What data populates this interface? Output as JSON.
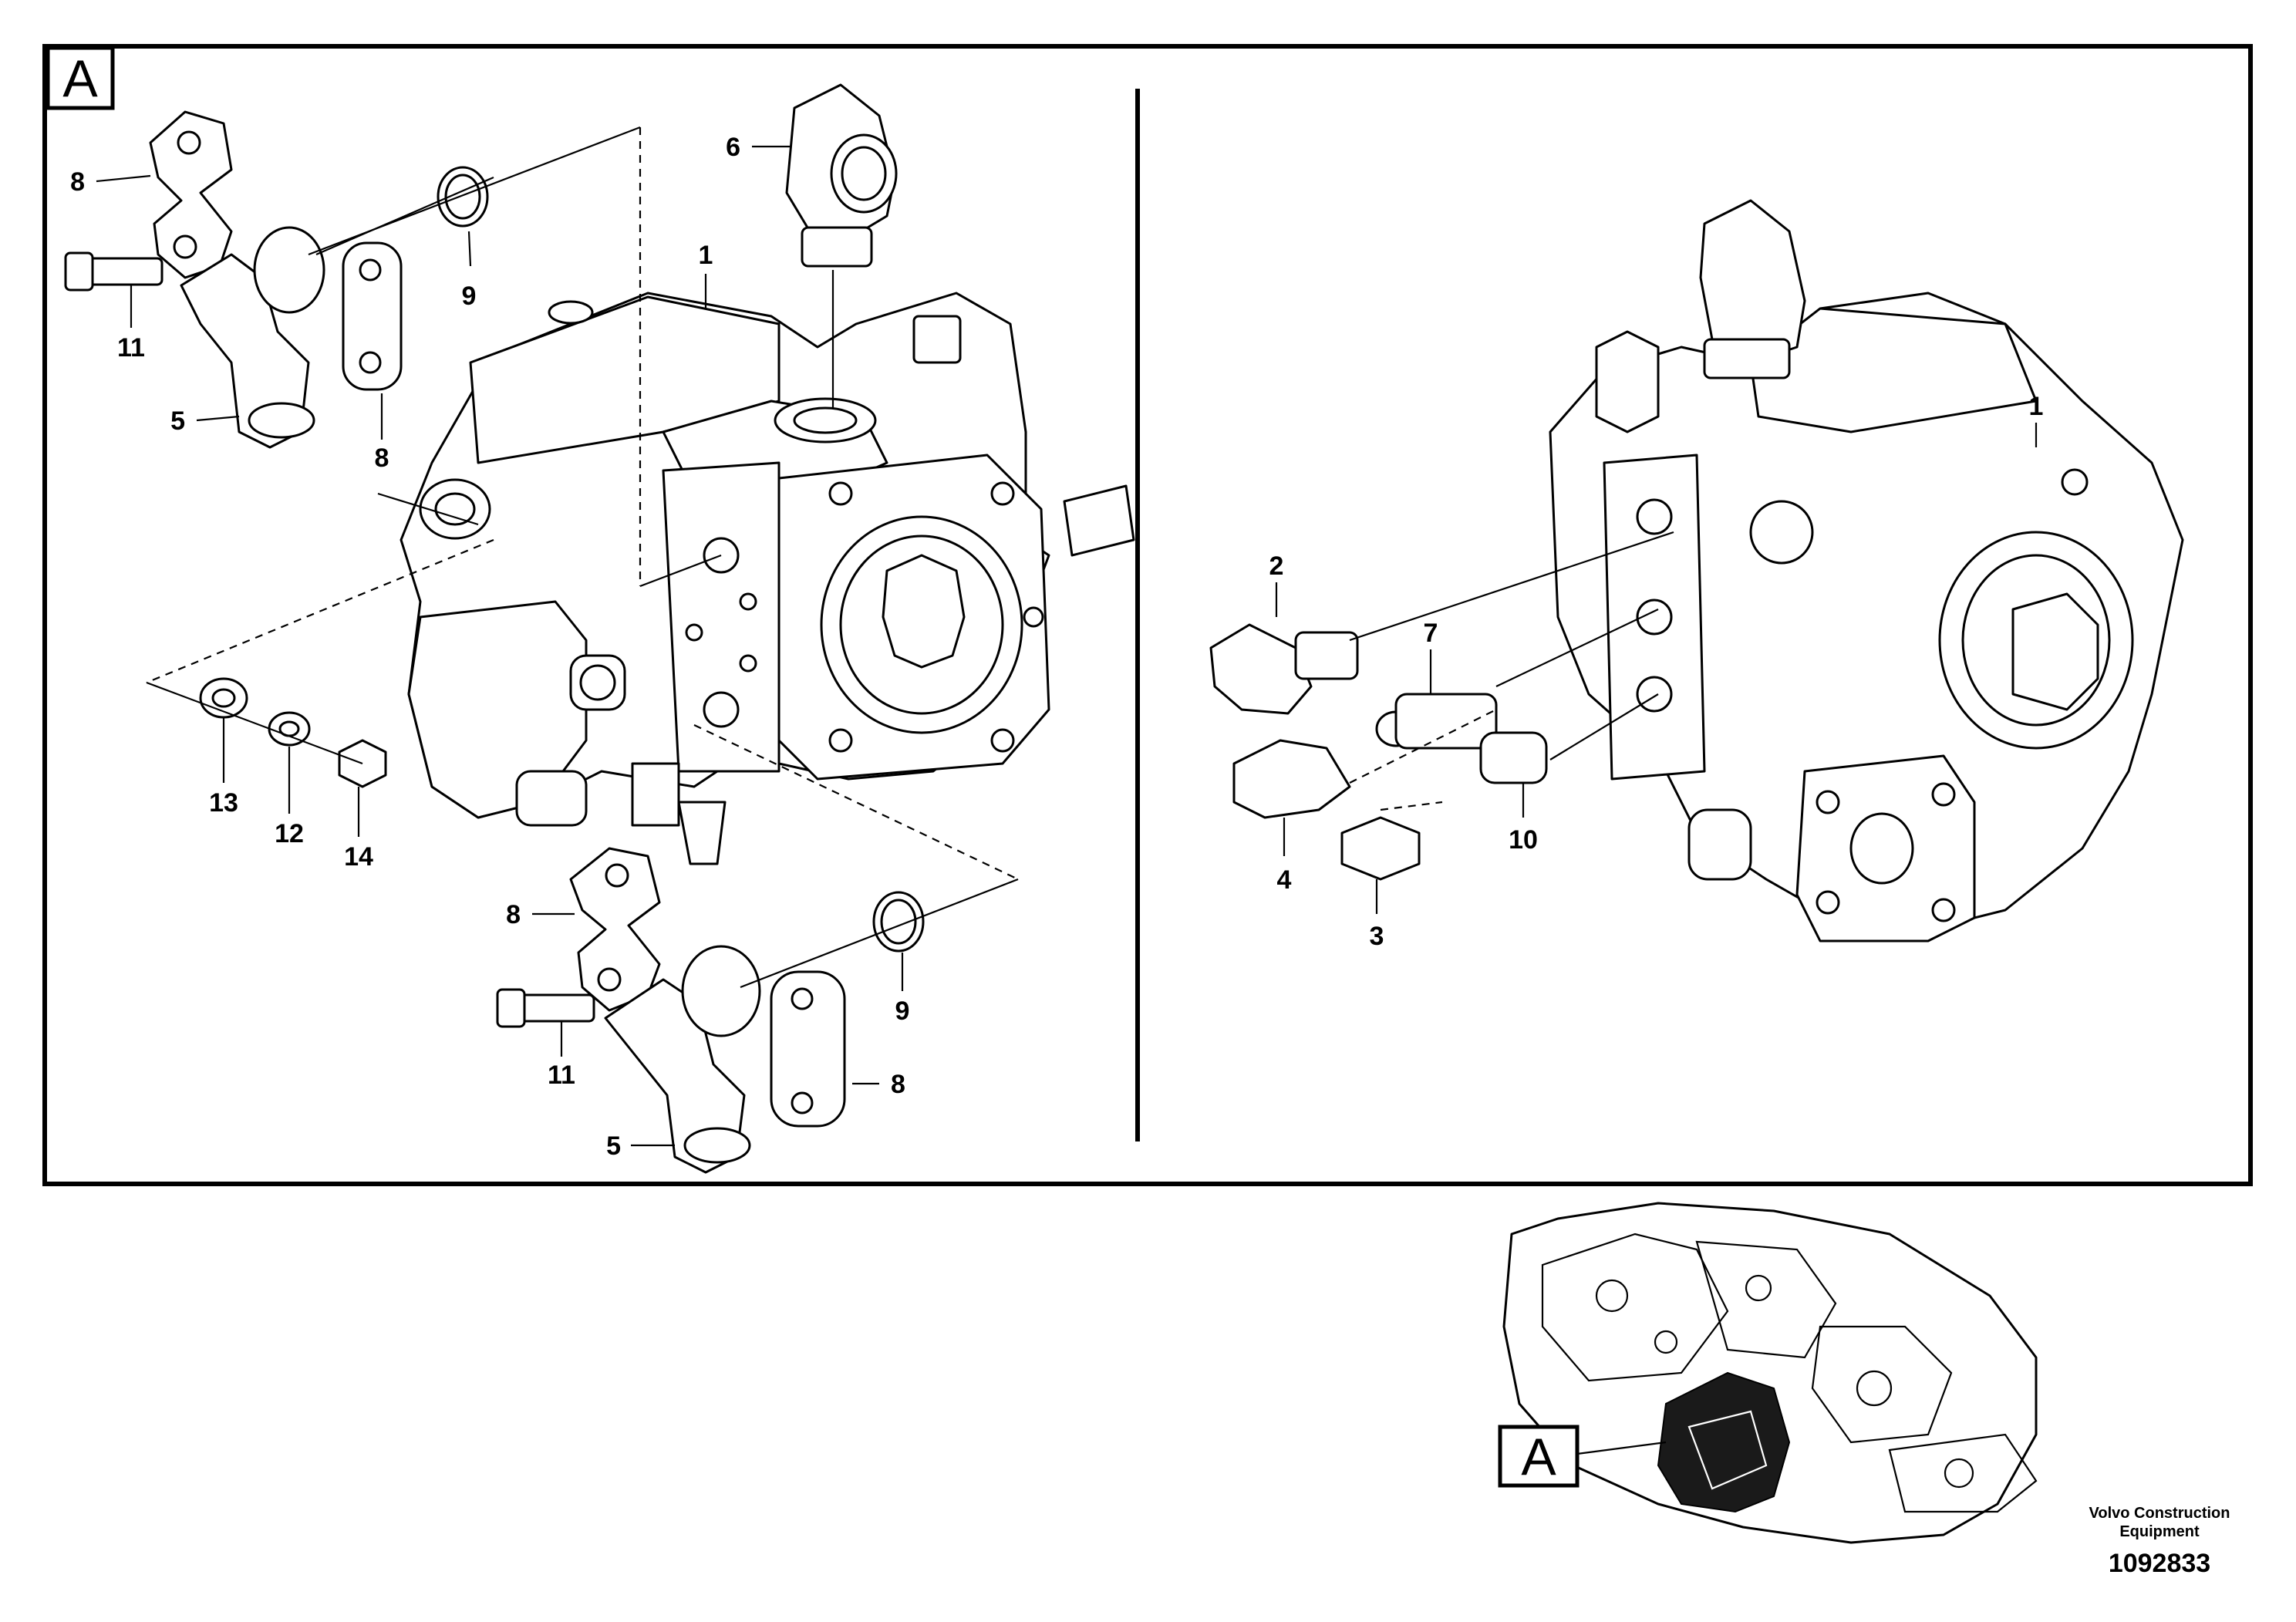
{
  "detail_label": "A",
  "callouts": {
    "left": [
      "1",
      "6",
      "8",
      "9",
      "11",
      "5",
      "8",
      "13",
      "12",
      "14",
      "8",
      "9",
      "11",
      "8",
      "5"
    ],
    "right": [
      "1",
      "2",
      "7",
      "4",
      "10",
      "3"
    ]
  },
  "overview": {
    "label": "A"
  },
  "title_block": {
    "company_line1": "Volvo Construction",
    "company_line2": "Equipment",
    "illustration_number": "1092833"
  }
}
